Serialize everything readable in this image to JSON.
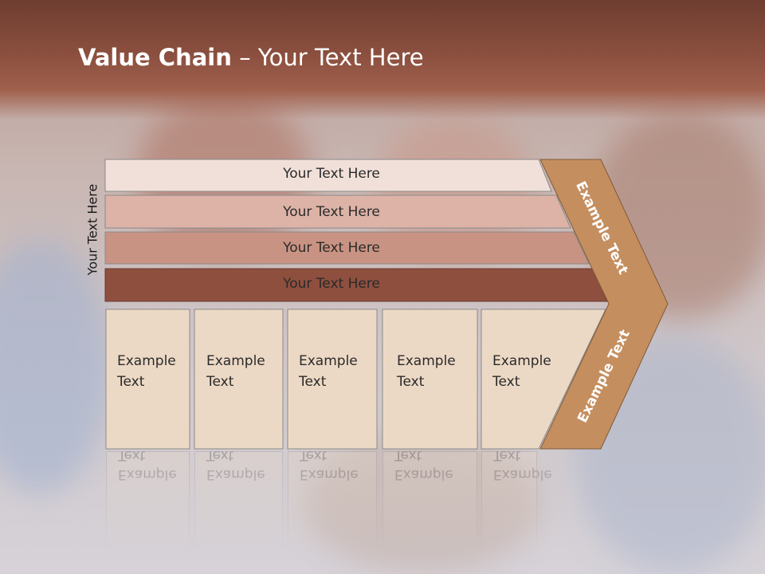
{
  "slide": {
    "title_bold": "Value Chain",
    "title_rest": " – Your Text Here",
    "side_label": "Your Text Here"
  },
  "bars": [
    {
      "label": "Your Text Here",
      "color": "#f1e0d9"
    },
    {
      "label": "Your Text Here",
      "color": "#ddb3a7"
    },
    {
      "label": "Your Text Here",
      "color": "#c99383"
    },
    {
      "label": "Your Text Here",
      "color": "#8f4f3e"
    }
  ],
  "columns": [
    {
      "line1": "Example",
      "line2": "Text"
    },
    {
      "line1": "Example",
      "line2": "Text"
    },
    {
      "line1": "Example",
      "line2": "Text"
    },
    {
      "line1": "Example",
      "line2": "Text"
    },
    {
      "line1": "Example",
      "line2": "Text"
    }
  ],
  "chevron": {
    "upper_label": "Example Text",
    "lower_label": "Example Text",
    "color": "#c58e5f"
  },
  "colors": {
    "column_fill": "#ecd9c5",
    "header": "#8b4f3f"
  }
}
